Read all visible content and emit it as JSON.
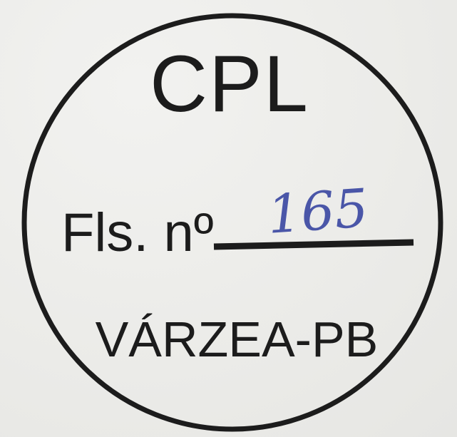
{
  "stamp": {
    "title": "CPL",
    "sheet_label": "Fls. nº",
    "sheet_number": "165",
    "location": "VÁRZEA-PB",
    "ink_color": "#1c1c1c",
    "handwriting_color": "#4a56a8"
  }
}
